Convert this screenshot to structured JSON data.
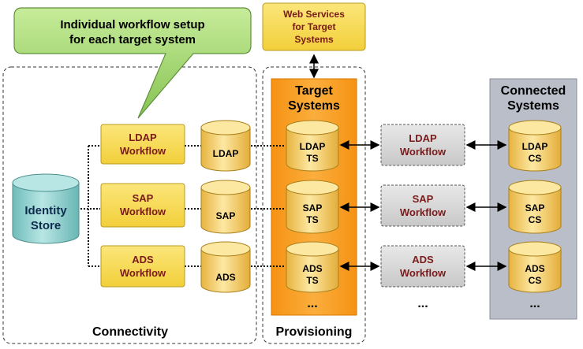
{
  "callout": {
    "line1": "Individual workflow setup",
    "line2": "for each target system"
  },
  "web_services": {
    "line1": "Web Services",
    "line2": "for Target",
    "line3": "Systems"
  },
  "identity_store": {
    "line1": "Identity",
    "line2": "Store"
  },
  "connectivity": {
    "label": "Connectivity",
    "workflows": [
      {
        "line1": "LDAP",
        "line2": "Workflow"
      },
      {
        "line1": "SAP",
        "line2": "Workflow"
      },
      {
        "line1": "ADS",
        "line2": "Workflow"
      }
    ],
    "stores": [
      "LDAP",
      "SAP",
      "ADS"
    ]
  },
  "provisioning": {
    "label": "Provisioning",
    "header": {
      "line1": "Target",
      "line2": "Systems"
    },
    "target_systems": [
      {
        "line1": "LDAP",
        "line2": "TS"
      },
      {
        "line1": "SAP",
        "line2": "TS"
      },
      {
        "line1": "ADS",
        "line2": "TS"
      }
    ],
    "ellipsis": "..."
  },
  "middle_workflows": {
    "items": [
      {
        "line1": "LDAP",
        "line2": "Workflow"
      },
      {
        "line1": "SAP",
        "line2": "Workflow"
      },
      {
        "line1": "ADS",
        "line2": "Workflow"
      }
    ],
    "ellipsis": "..."
  },
  "connected": {
    "header": {
      "line1": "Connected",
      "line2": "Systems"
    },
    "systems": [
      {
        "line1": "LDAP",
        "line2": "CS"
      },
      {
        "line1": "SAP",
        "line2": "CS"
      },
      {
        "line1": "ADS",
        "line2": "CS"
      }
    ],
    "ellipsis": "..."
  },
  "colors": {
    "workflow_fill": "#f7d84a",
    "cylinder_fill": "#f3c85a",
    "provisioning_fill": "#f79a1e",
    "connected_fill": "#b8bdc6",
    "identity_fill": "#8fd1cf",
    "callout_fill": "#9fd46c",
    "dark_red_text": "#7a1a1a"
  }
}
